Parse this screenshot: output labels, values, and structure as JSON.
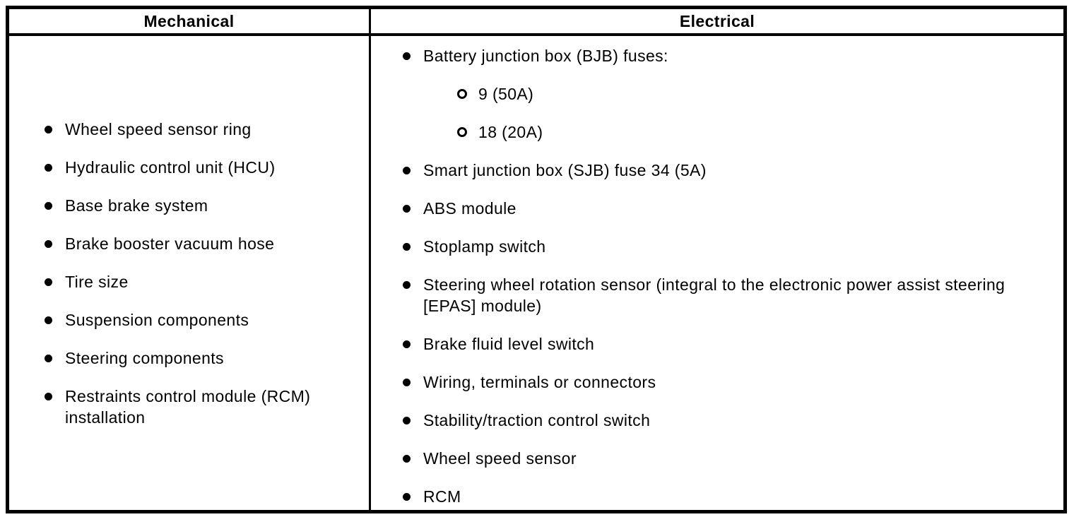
{
  "table": {
    "colors": {
      "border": "#000000",
      "text": "#000000",
      "background": "#ffffff"
    },
    "columns": [
      {
        "header": "Mechanical",
        "items": [
          {
            "level": 1,
            "text": "Wheel speed sensor ring"
          },
          {
            "level": 1,
            "text": "Hydraulic control unit (HCU)"
          },
          {
            "level": 1,
            "text": "Base brake system"
          },
          {
            "level": 1,
            "text": "Brake booster vacuum hose"
          },
          {
            "level": 1,
            "text": "Tire size"
          },
          {
            "level": 1,
            "text": "Suspension components"
          },
          {
            "level": 1,
            "text": "Steering components"
          },
          {
            "level": 1,
            "text": "Restraints control module (RCM) installation"
          }
        ]
      },
      {
        "header": "Electrical",
        "items": [
          {
            "level": 1,
            "text": "Battery junction box (BJB) fuses:"
          },
          {
            "level": 2,
            "text": "9 (50A)"
          },
          {
            "level": 2,
            "text": "18 (20A)"
          },
          {
            "level": 1,
            "text": "Smart junction box (SJB) fuse 34 (5A)"
          },
          {
            "level": 1,
            "text": "ABS module"
          },
          {
            "level": 1,
            "text": "Stoplamp switch"
          },
          {
            "level": 1,
            "text": "Steering wheel rotation sensor (integral to the electronic power assist steering [EPAS] module)"
          },
          {
            "level": 1,
            "text": "Brake fluid level switch"
          },
          {
            "level": 1,
            "text": "Wiring, terminals or connectors"
          },
          {
            "level": 1,
            "text": "Stability/traction control switch"
          },
          {
            "level": 1,
            "text": "Wheel speed sensor"
          },
          {
            "level": 1,
            "text": "RCM"
          }
        ]
      }
    ]
  }
}
